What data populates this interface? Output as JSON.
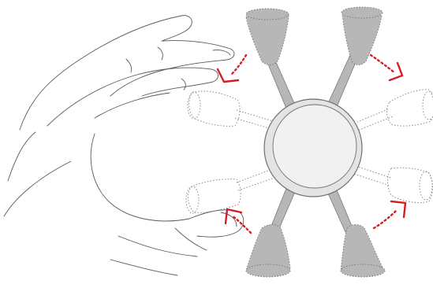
{
  "colors": {
    "background": "#ffffff",
    "handle_fill": "#b7b7b7",
    "handle_stroke": "#7a7a7a",
    "ghost_stroke": "#8a8a8a",
    "hub_outer": "#e4e4e4",
    "hub_inner": "#f1f1f1",
    "hub_stroke": "#6f6f6f",
    "hand_stroke": "#5a5a5a",
    "arrow": "#d21f26"
  },
  "icons": {
    "hand": "hand-pinch-icon",
    "hub": "hub-knob-icon",
    "handle": "tapered-handle-icon",
    "arrow": "rotation-arrow-icon"
  },
  "knob": {
    "solid_spokes": 4,
    "ghost_spokes": 4,
    "rotation_arrows": 4
  }
}
